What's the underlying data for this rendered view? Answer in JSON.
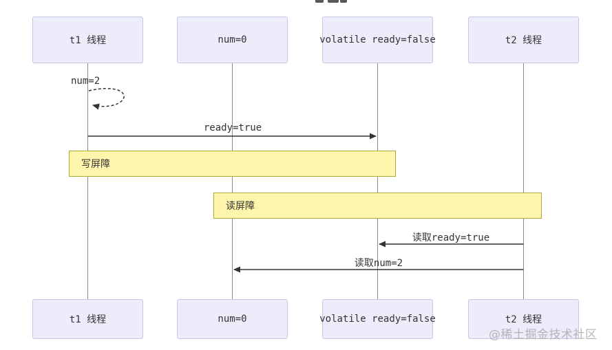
{
  "diagram": {
    "type": "sequence-diagram",
    "topic": "volatile write/read memory barriers between two threads",
    "actors": [
      {
        "id": "t1",
        "label": "t1 线程"
      },
      {
        "id": "num",
        "label": "num=0"
      },
      {
        "id": "volatile",
        "label": "volatile ready=false"
      },
      {
        "id": "t2",
        "label": "t2 线程"
      }
    ],
    "messages": [
      {
        "label": "num=2",
        "from": "t1",
        "to": "t1",
        "style": "dashed-self-loop"
      },
      {
        "label": "ready=true",
        "from": "t1",
        "to": "volatile",
        "style": "solid-arrow-right"
      },
      {
        "label": "读取ready=true",
        "from": "t2",
        "to": "volatile",
        "style": "solid-arrow-left"
      },
      {
        "label": "读取num=2",
        "from": "t2",
        "to": "num",
        "style": "solid-arrow-left"
      }
    ],
    "notes": [
      {
        "label": "写屏障",
        "over": [
          "t1",
          "volatile"
        ]
      },
      {
        "label": "读屏障",
        "over": [
          "num",
          "t2"
        ]
      }
    ]
  },
  "watermark": {
    "text": "@稀土掘金技术社区"
  },
  "colors": {
    "actor_fill": "#ECECFB",
    "actor_border": "#C6C6E6",
    "note_fill": "#FFF5AD",
    "note_border": "#A9A933",
    "lifeline": "#8A8A8A",
    "arrow": "#333333",
    "text": "#333333",
    "watermark": "#ABABAB",
    "background": "#FFFFFF"
  }
}
